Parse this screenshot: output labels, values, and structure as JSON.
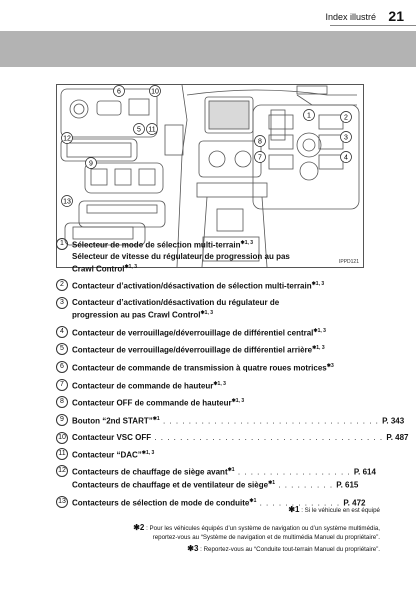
{
  "header": {
    "title": "Index illustré",
    "page_number": "21"
  },
  "figure": {
    "id": "IPPD121",
    "callouts": [
      "1",
      "2",
      "3",
      "4",
      "5",
      "6",
      "7",
      "8",
      "9",
      "10",
      "11",
      "12",
      "13"
    ]
  },
  "items": [
    {
      "num": "1",
      "lines": [
        {
          "text": "Sélecteur de mode de sélection multi-terrain",
          "sup": "✱1, 3"
        },
        {
          "text": "Sélecteur de vitesse du régulateur de progression au pas"
        },
        {
          "text": "Crawl Control",
          "sup": "✱1, 3"
        }
      ]
    },
    {
      "num": "2",
      "lines": [
        {
          "text": "Contacteur d’activation/désactivation de sélection multi-terrain",
          "sup": "✱1, 3"
        }
      ]
    },
    {
      "num": "3",
      "lines": [
        {
          "text": "Contacteur d’activation/désactivation du régulateur de"
        },
        {
          "text": "progression au pas Crawl Control",
          "sup": "✱1, 3"
        }
      ]
    },
    {
      "num": "4",
      "lines": [
        {
          "text": "Contacteur de verrouillage/déverrouillage de différentiel central",
          "sup": "✱1, 3"
        }
      ]
    },
    {
      "num": "5",
      "lines": [
        {
          "text": "Contacteur de verrouillage/déverrouillage de différentiel arrière",
          "sup": "✱1, 3"
        }
      ]
    },
    {
      "num": "6",
      "lines": [
        {
          "text": "Contacteur de commande de transmission à quatre roues motrices",
          "sup": "✱3"
        }
      ]
    },
    {
      "num": "7",
      "lines": [
        {
          "text": "Contacteur de commande de hauteur",
          "sup": "✱1, 3"
        }
      ]
    },
    {
      "num": "8",
      "lines": [
        {
          "text": "Contacteur OFF de commande de hauteur",
          "sup": "✱1, 3"
        }
      ]
    },
    {
      "num": "9",
      "lines": [
        {
          "text": "Bouton “2nd START”",
          "sup": "✱1",
          "dots": " . . . . . . . . . . . . . . . . . . . . . . . . . . . . . . . . . . ",
          "page": "P. 343"
        }
      ]
    },
    {
      "num": "10",
      "lines": [
        {
          "text": "Contacteur VSC OFF",
          "dots": " . . . . . . . . . . . . . . . . . . . . . . . . . . . . . . . . . . . . ",
          "page": "P. 487"
        }
      ]
    },
    {
      "num": "11",
      "lines": [
        {
          "text": "Contacteur “DAC”",
          "sup": "✱1, 3"
        }
      ]
    },
    {
      "num": "12",
      "lines": [
        {
          "text": "Contacteurs de chauffage de siège avant",
          "sup": "✱1",
          "dots": " . . . . . . . . . . . . . . . . . . ",
          "page": "P. 614"
        },
        {
          "text": "Contacteurs de chauffage et de ventilateur de siège",
          "sup": "✱1",
          "dots": " . . . . . . . . . ",
          "page": "P. 615"
        }
      ]
    },
    {
      "num": "13",
      "lines": [
        {
          "text": "Contacteurs de sélection de mode de conduite",
          "sup": "✱1",
          "dots": " . . . . . . . . . . . . . ",
          "page": "P. 472"
        }
      ]
    }
  ],
  "notes": [
    {
      "mark": "✱1",
      "text": ": Si le véhicule en est équipé"
    },
    {
      "mark": "✱2",
      "text": ": Pour les véhicules équipés d’un système de navigation ou d’un système multimédia,"
    },
    {
      "mark": "",
      "text": "reportez-vous au “Système de navigation et de multimédia Manuel du propriétaire”."
    },
    {
      "mark": "✱3",
      "text": ": Reportez-vous au “Conduite tout-terrain Manuel du propriétaire”."
    }
  ]
}
